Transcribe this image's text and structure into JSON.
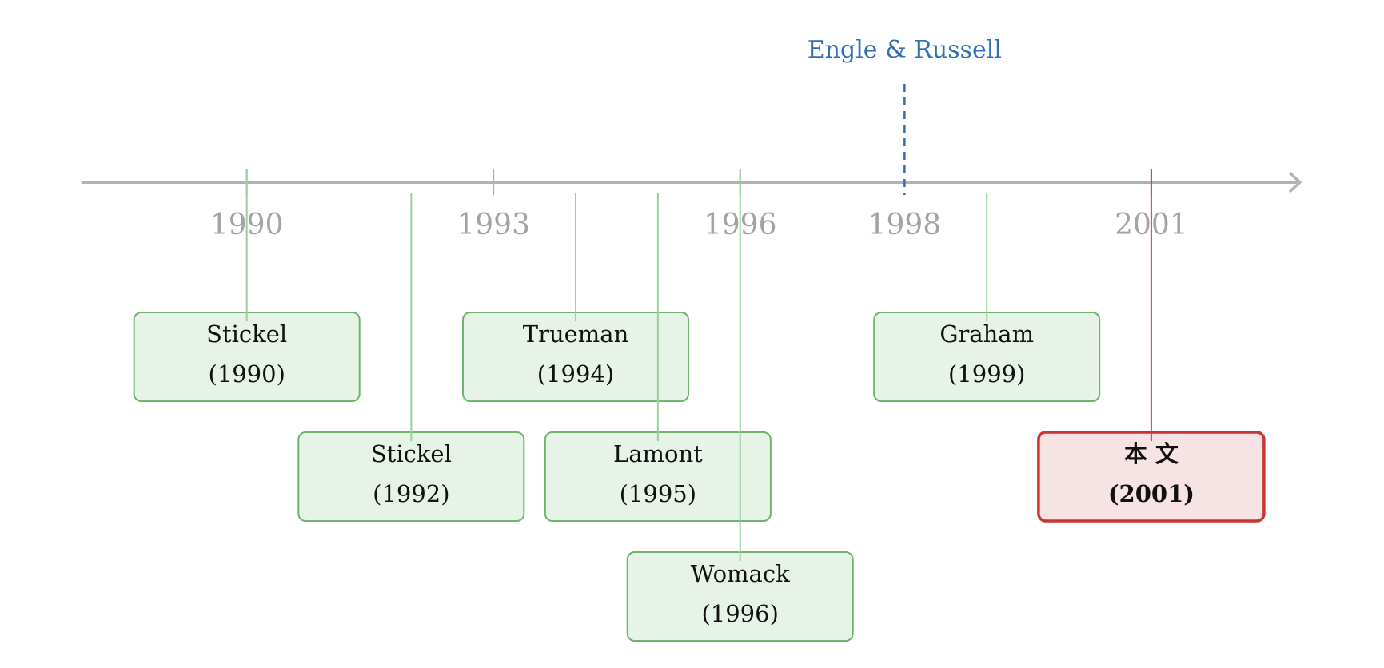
{
  "timeline": {
    "year_range": [
      1988,
      2002.8
    ],
    "axis_color": "#b3b3b3",
    "ticks": [
      {
        "year": 1990,
        "label": "1990"
      },
      {
        "year": 1993,
        "label": "1993"
      },
      {
        "year": 1996,
        "label": "1996"
      },
      {
        "year": 1998,
        "label": "1998"
      },
      {
        "year": 2001,
        "label": "2001"
      }
    ],
    "marker": {
      "year": 1998,
      "label": "Engle & Russell",
      "color": "#2f6fb3"
    },
    "events": [
      {
        "year": 1990,
        "tier": 1,
        "name": "Stickel",
        "date": "(1990)",
        "style": "normal"
      },
      {
        "year": 1992,
        "tier": 2,
        "name": "Stickel",
        "date": "(1992)",
        "style": "normal"
      },
      {
        "year": 1994,
        "tier": 1,
        "name": "Trueman",
        "date": "(1994)",
        "style": "normal"
      },
      {
        "year": 1995,
        "tier": 2,
        "name": "Lamont",
        "date": "(1995)",
        "style": "normal"
      },
      {
        "year": 1996,
        "tier": 3,
        "name": "Womack",
        "date": "(1996)",
        "style": "normal"
      },
      {
        "year": 1999,
        "tier": 1,
        "name": "Graham",
        "date": "(1999)",
        "style": "normal"
      },
      {
        "year": 2001,
        "tier": 2,
        "name": "本 文",
        "date": "(2001)",
        "style": "highlight"
      }
    ],
    "colors": {
      "normal_fill": "#e8f3e8",
      "normal_stroke": "#6db56d",
      "normal_line": "#99cf99",
      "highlight_fill": "#f8e3e4",
      "highlight_stroke": "#cc3333",
      "highlight_line": "#cc4444"
    }
  }
}
